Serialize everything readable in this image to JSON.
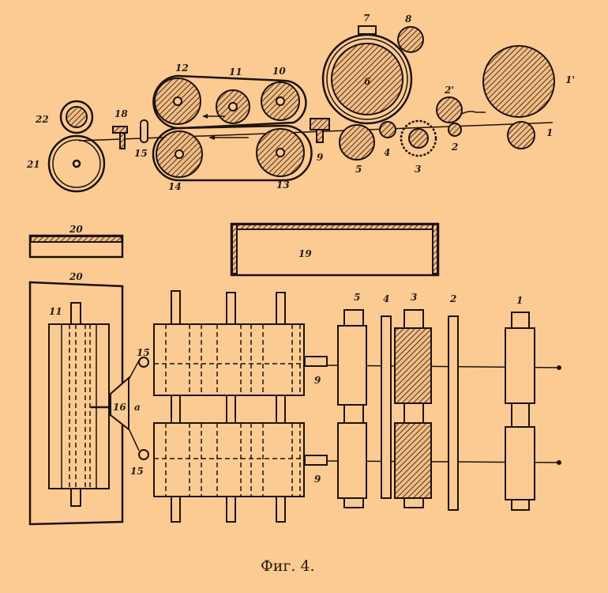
{
  "caption": "Фиг. 4.",
  "colors": {
    "paper": "#fbcb93",
    "ink": "#1e120a"
  },
  "side_view_labels": {
    "r22": "22",
    "r21": "21",
    "g18": "18",
    "c15": "15",
    "r12": "12",
    "r11": "11",
    "r10": "10",
    "r14": "14",
    "r13": "13",
    "g9": "9",
    "r7": "7",
    "r8": "8",
    "r6": "6",
    "r5": "5",
    "r4": "4",
    "r3": "3",
    "r2p": "2'",
    "r2": "2",
    "r1p": "1'",
    "r1": "1"
  },
  "plan_view_labels": {
    "box20_top": "20",
    "box19": "19",
    "box20_plan": "20",
    "roll11": "11",
    "c15a": "15",
    "c15b": "15",
    "p16": "16",
    "a": "a",
    "g9a": "9",
    "g9b": "9",
    "r5": "5",
    "r4": "4",
    "r3": "3",
    "r2": "2",
    "r1": "1"
  }
}
